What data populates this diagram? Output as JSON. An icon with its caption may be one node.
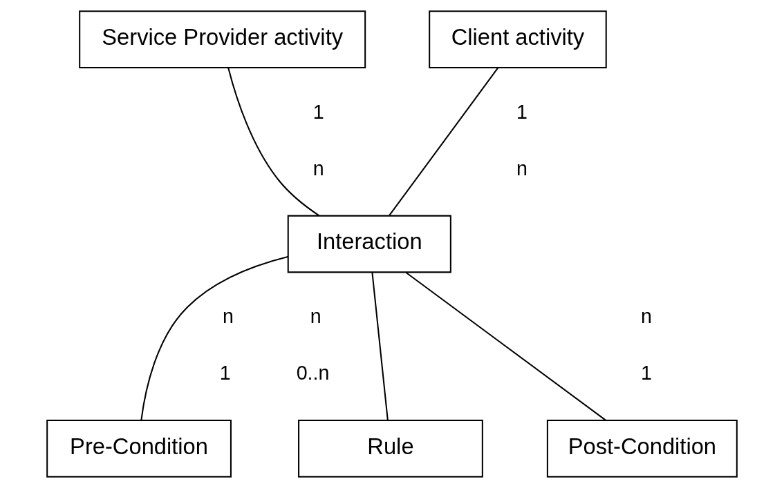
{
  "diagram": {
    "nodes": [
      {
        "text": [
          "Service Provider activity"
        ]
      },
      {
        "text": [
          "Client activity"
        ]
      },
      {
        "text": [
          "Interaction"
        ]
      },
      {
        "text": [
          "Pre-Condition"
        ]
      },
      {
        "text": [
          "Rule"
        ]
      },
      {
        "text": [
          "Post-Condition"
        ]
      }
    ],
    "edges": [
      {
        "from": 0,
        "to": 2,
        "arrow": "none"
      },
      {
        "from": 1,
        "to": 2,
        "arrow": "none"
      },
      {
        "from": 2,
        "to": 3,
        "arrow": "none"
      },
      {
        "from": 2,
        "to": 4,
        "arrow": "none"
      },
      {
        "from": 2,
        "to": 5,
        "arrow": "none"
      }
    ],
    "labels": [
      "1",
      "1",
      "n",
      "n",
      "n",
      "n",
      "n",
      "1",
      "0..n",
      "1"
    ]
  }
}
